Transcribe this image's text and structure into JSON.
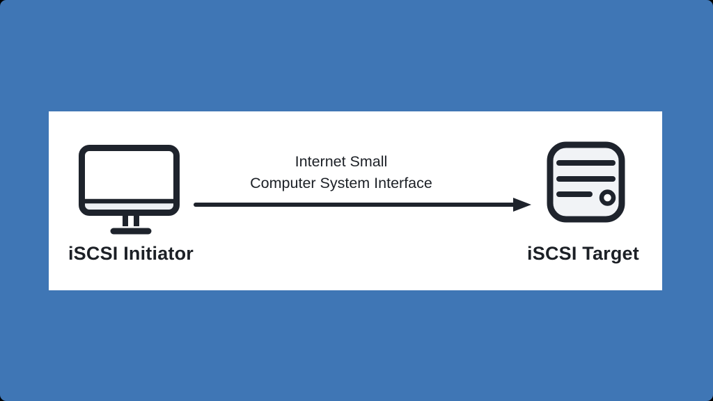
{
  "colors": {
    "frame_background": "#000000",
    "stage_background": "#3f76b5",
    "panel_background": "#ffffff",
    "ink": "#1e232c",
    "icon_fill_light": "#f1f3f6",
    "text": "#1c2026"
  },
  "diagram": {
    "connection": {
      "label_line1": "Internet Small",
      "label_line2": "Computer System Interface",
      "connector": "right-arrow"
    },
    "initiator": {
      "label": "iSCSI Initiator",
      "icon": "monitor-icon"
    },
    "target": {
      "label": "iSCSI Target",
      "icon": "server-icon"
    }
  }
}
